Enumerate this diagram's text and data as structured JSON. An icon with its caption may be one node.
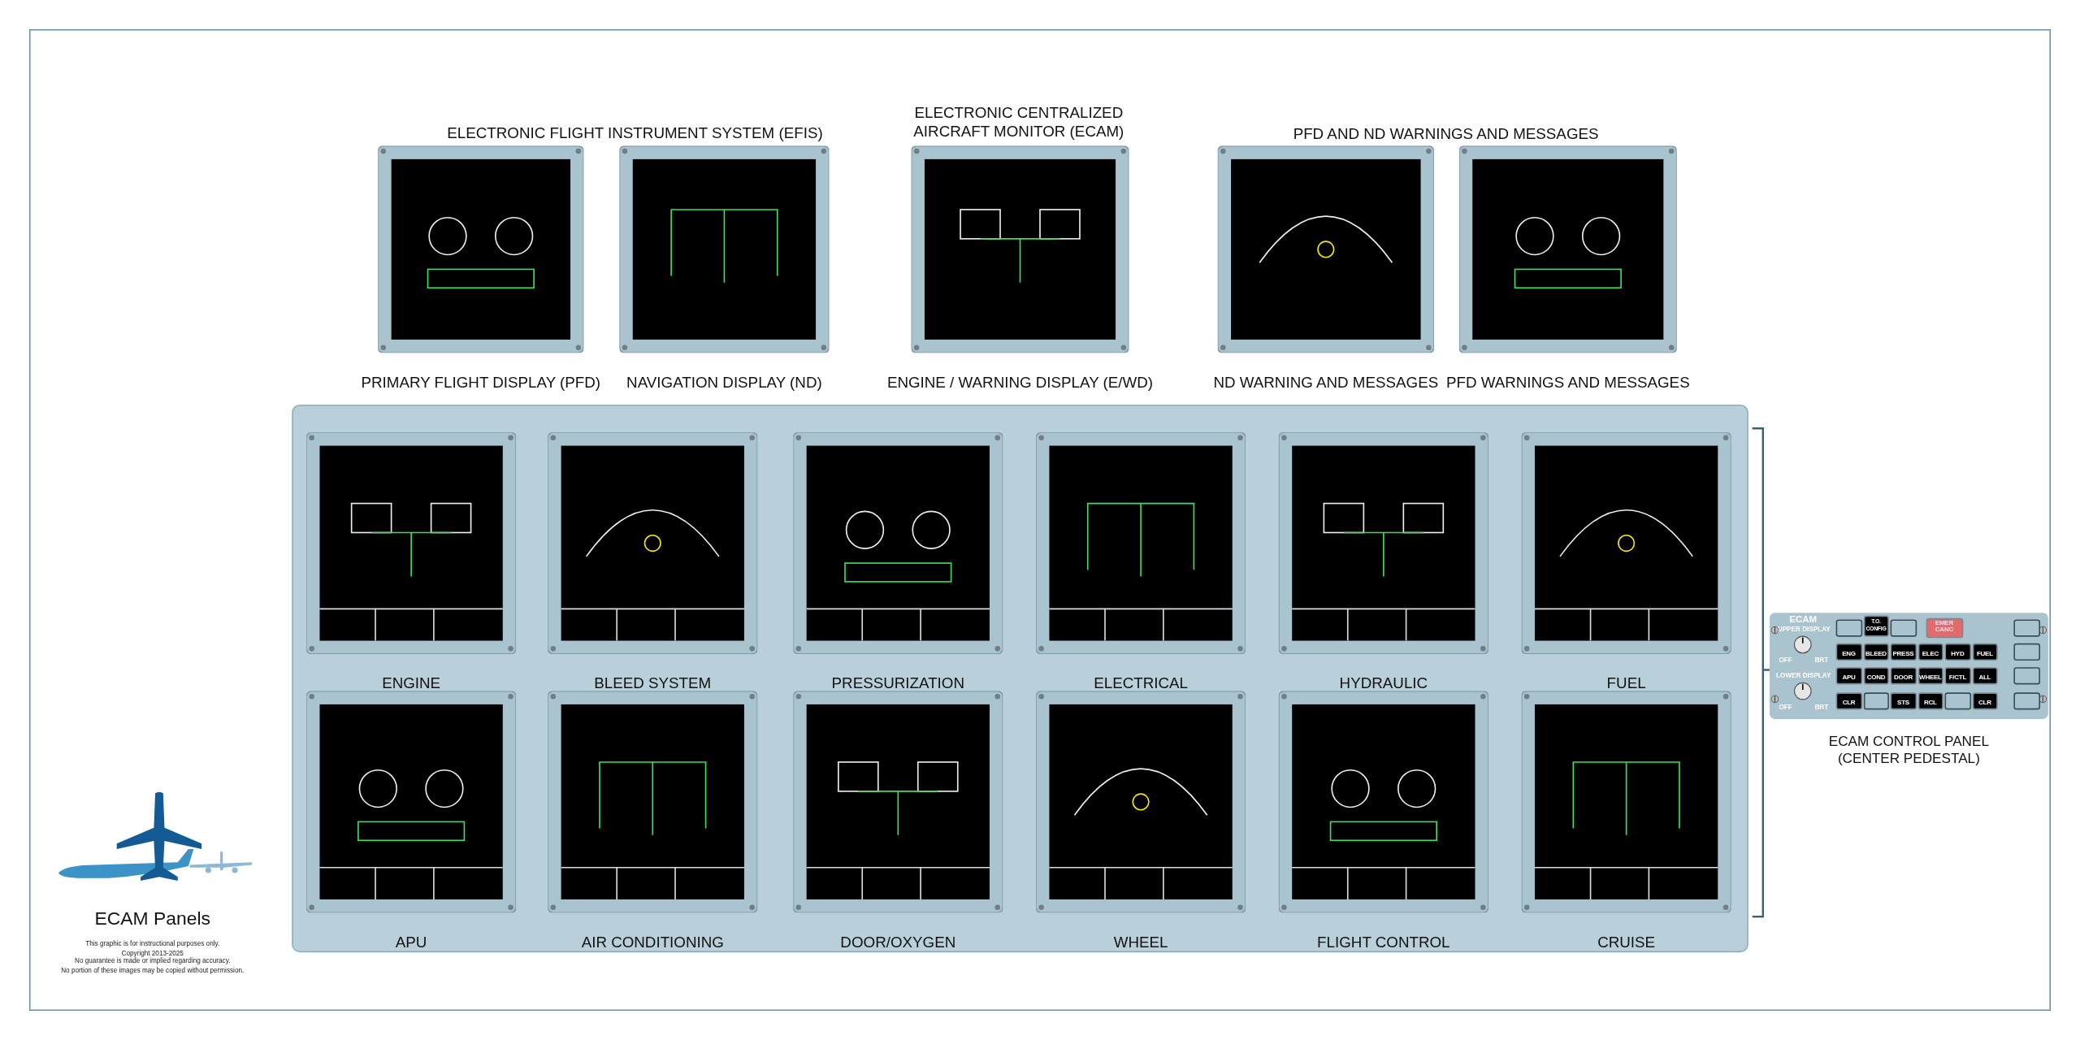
{
  "diagram": {
    "nodes": [
      {
        "text": [
          "PRIMARY FLIGHT DISPLAY (PFD)"
        ]
      },
      {
        "text": [
          "NAVIGATION DISPLAY (ND)"
        ]
      },
      {
        "text": [
          "ENGINE / WARNING DISPLAY (E/WD)"
        ]
      },
      {
        "text": [
          "ND WARNING AND MESSAGES"
        ]
      },
      {
        "text": [
          "PFD WARNINGS AND MESSAGES"
        ]
      },
      {
        "text": [],
        "shape": "box"
      },
      {
        "text": [
          "ENGINE"
        ],
        "in": 5
      },
      {
        "text": [
          "BLEED SYSTEM"
        ],
        "in": 5
      },
      {
        "text": [
          "PRESSURIZATION"
        ],
        "in": 5
      },
      {
        "text": [
          "ELECTRICAL"
        ],
        "in": 5
      },
      {
        "text": [
          "HYDRAULIC"
        ],
        "in": 5
      },
      {
        "text": [
          "FUEL"
        ],
        "in": 5
      },
      {
        "text": [
          "APU"
        ],
        "in": 5
      },
      {
        "text": [
          "AIR CONDITIONING"
        ],
        "in": 5
      },
      {
        "text": [
          "DOOR/OXYGEN"
        ],
        "in": 5
      },
      {
        "text": [
          "WHEEL"
        ],
        "in": 5
      },
      {
        "text": [
          "FLIGHT CONTROL"
        ],
        "in": 5
      },
      {
        "text": [
          "CRUISE"
        ],
        "in": 5
      },
      {
        "text": [
          "ECAM CONTROL PANEL (CENTER PEDESTAL)"
        ]
      }
    ],
    "labels": [
      "ELECTRONIC FLIGHT INSTRUMENT SYSTEM (EFIS)",
      "ELECTRONIC CENTRALIZED AIRCRAFT MONITOR (ECAM)",
      "PFD AND ND WARNINGS AND MESSAGES",
      "ECAM",
      "UPPER DISPLAY",
      "OFF",
      "BRT",
      "LOWER DISPLAY",
      "OFF",
      "BRT",
      "T.O. CONFIG",
      "EMER CANC",
      "ENG",
      "BLEED",
      "PRESS",
      "ELEC",
      "HYD",
      "FUEL",
      "APU",
      "COND",
      "DOOR",
      "WHEEL",
      "F/CTL",
      "ALL",
      "CLR",
      "STS",
      "RCL",
      "CLR",
      "ECAM Panels",
      "This graphic is for instructional purposes only.",
      "Copyright 2013-2025",
      "No guarantee is made or implied regarding accuracy.",
      "No portion of these images may be copied without permission."
    ]
  }
}
